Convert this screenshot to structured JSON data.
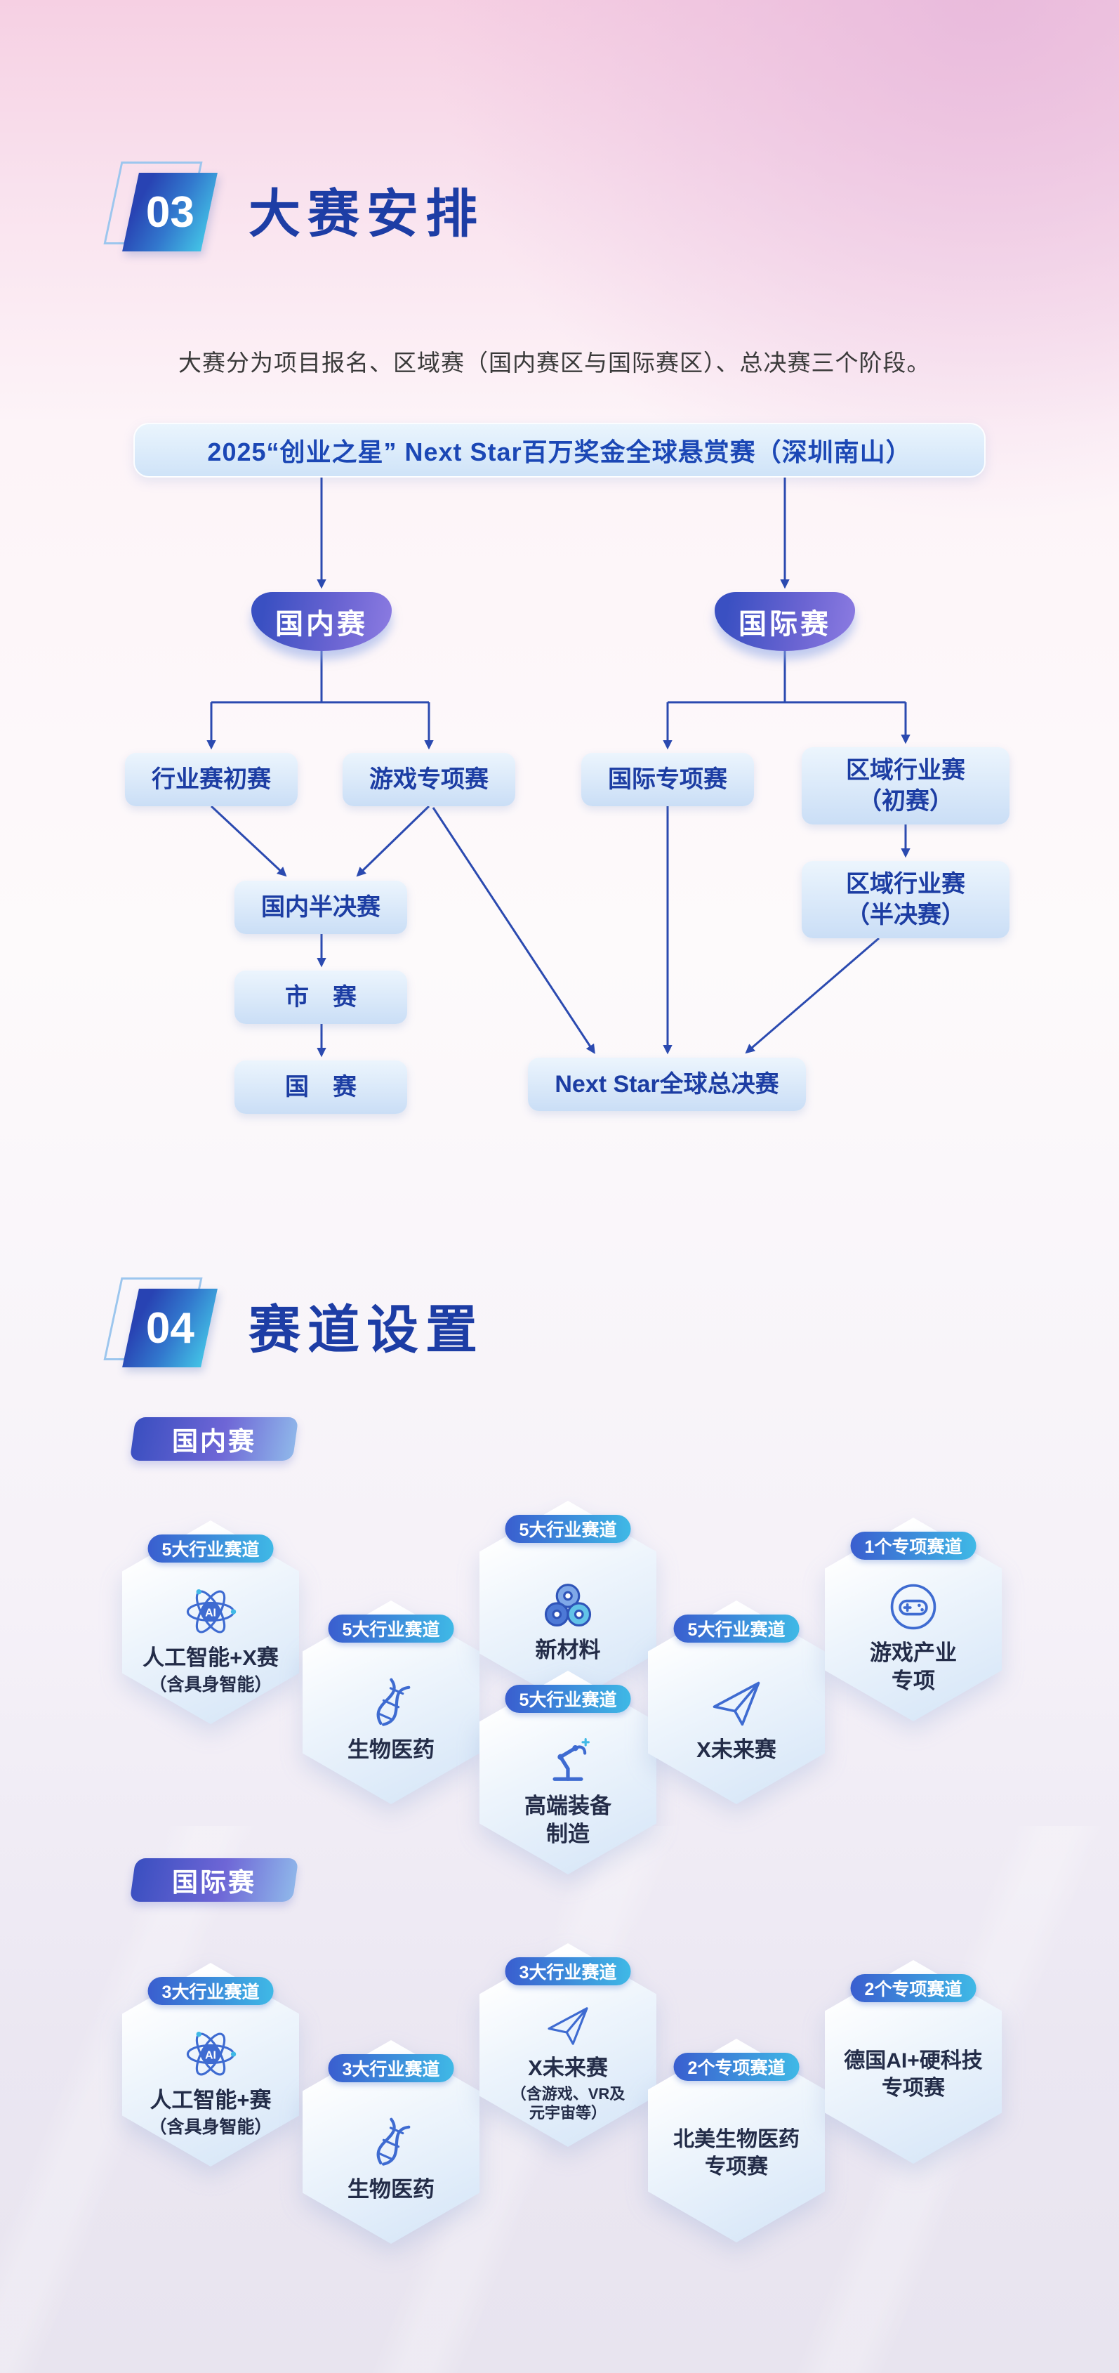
{
  "palette": {
    "deep_blue_title": "#1d3da5",
    "flow_line": "#2b4ab0",
    "box_text": "#1c3da3",
    "badge_gradient": [
      "#3a50c2",
      "#8d7ce2"
    ],
    "ribbon_gradient": [
      "#3a5ecf",
      "#3fb9e6"
    ],
    "bg_top_pink": "#f6d0e3",
    "bg_bottom_lavender": "#e8e4ef"
  },
  "section3": {
    "number": "03",
    "title": "大赛安排",
    "intro": "大赛分为项目报名、区域赛（国内赛区与国际赛区）、总决赛三个阶段。",
    "main_title": "2025“创业之星” Next Star百万奖金全球悬赏赛（深圳南山）",
    "flow": {
      "domestic_badge": "国内赛",
      "international_badge": "国际赛",
      "industry_preliminary": "行业赛初赛",
      "game_special": "游戏专项赛",
      "domestic_semifinal": "国内半决赛",
      "city_round": "市　赛",
      "national_round": "国　赛",
      "international_special": "国际专项赛",
      "regional_preliminary": "区域行业赛\n（初赛）",
      "regional_semifinal": "区域行业赛\n（半决赛）",
      "global_final": "Next Star全球总决赛"
    }
  },
  "section4": {
    "number": "04",
    "title": "赛道设置",
    "domestic": {
      "label": "国内赛",
      "hexes": [
        {
          "ribbon": "5大行业赛道",
          "name": "人工智能+X赛",
          "sub": "（含具身智能）",
          "icon": "ai-atom-icon"
        },
        {
          "ribbon": "5大行业赛道",
          "name": "生物医药",
          "sub": "",
          "icon": "dna-icon"
        },
        {
          "ribbon": "5大行业赛道",
          "name": "新材料",
          "sub": "",
          "icon": "materials-icon"
        },
        {
          "ribbon": "5大行业赛道",
          "name": "高端装备\n制造",
          "sub": "",
          "icon": "robot-arm-icon"
        },
        {
          "ribbon": "5大行业赛道",
          "name": "X未来赛",
          "sub": "",
          "icon": "paper-plane-icon"
        },
        {
          "ribbon": "1个专项赛道",
          "name": "游戏产业\n专项",
          "sub": "",
          "icon": "game-controller-icon"
        }
      ]
    },
    "international": {
      "label": "国际赛",
      "hexes": [
        {
          "ribbon": "3大行业赛道",
          "name": "人工智能+赛",
          "sub": "（含具身智能）",
          "icon": "ai-atom-icon"
        },
        {
          "ribbon": "3大行业赛道",
          "name": "生物医药",
          "sub": "",
          "icon": "dna-icon"
        },
        {
          "ribbon": "3大行业赛道",
          "name": "X未来赛",
          "sub": "（含游戏、VR及\n元宇宙等）",
          "icon": "paper-plane-icon"
        },
        {
          "ribbon": "2个专项赛道",
          "name": "北美生物医药\n专项赛",
          "sub": "",
          "icon": ""
        },
        {
          "ribbon": "2个专项赛道",
          "name": "德国AI+硬科技\n专项赛",
          "sub": "",
          "icon": ""
        }
      ]
    }
  }
}
